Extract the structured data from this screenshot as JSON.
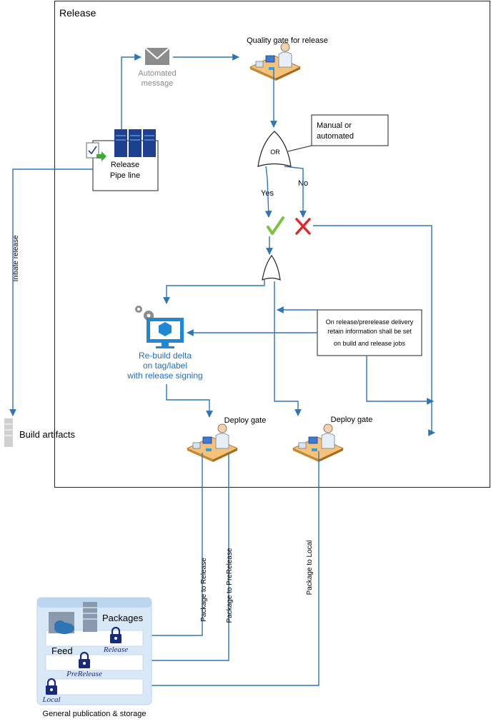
{
  "release_frame": {
    "title": "Release"
  },
  "automated_message": {
    "line1": "Automated",
    "line2": "message"
  },
  "quality_gate": {
    "label": "Quality gate for release"
  },
  "manual_box": {
    "line1": "Manual or",
    "line2": "automated"
  },
  "or_gate": {
    "label": "OR"
  },
  "branches": {
    "yes": "Yes",
    "no": "No"
  },
  "release_pipeline": {
    "line1": "Release",
    "line2": "Pipe line"
  },
  "initiate_release": {
    "label": "Initiate release"
  },
  "build_artifacts": {
    "label": "Build artifacts"
  },
  "rebuild": {
    "line1": "Re-build delta",
    "line2": "on tag/label",
    "line3": "with release signing"
  },
  "info_box": {
    "line1": "On release/prerelease delivery",
    "line2": "retain information shall be set",
    "line3": "on build and release jobs"
  },
  "deploy_gate_left": {
    "label": "Deploy gate"
  },
  "deploy_gate_right": {
    "label": "Deploy gate"
  },
  "package_labels": {
    "release": "Package to Release",
    "prerelease": "Package to PreRelease",
    "local": "Package to Local"
  },
  "storage": {
    "packages": "Packages",
    "feed": "Feed",
    "release": "Release",
    "prerelease": "PreRelease",
    "local": "Local",
    "caption": "General publication & storage"
  },
  "colors": {
    "flow": "#2e75b6",
    "check": "#7cc142",
    "cross": "#e0282c",
    "server": "#1f3f8f",
    "monitor": "#1e88d6",
    "storage_bg": "#d9e8f7"
  }
}
